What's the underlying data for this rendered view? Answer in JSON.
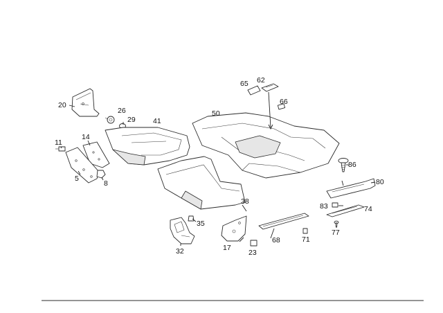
{
  "parts": [
    {
      "key": "p20",
      "label": "20"
    },
    {
      "key": "p26",
      "label": "26"
    },
    {
      "key": "p29",
      "label": "29"
    },
    {
      "key": "p41",
      "label": "41"
    },
    {
      "key": "p11",
      "label": "11"
    },
    {
      "key": "p14",
      "label": "14"
    },
    {
      "key": "p5",
      "label": "5"
    },
    {
      "key": "p8",
      "label": "8"
    },
    {
      "key": "p50",
      "label": "50"
    },
    {
      "key": "p65",
      "label": "65"
    },
    {
      "key": "p62",
      "label": "62"
    },
    {
      "key": "p66",
      "label": "66"
    },
    {
      "key": "p86",
      "label": "86"
    },
    {
      "key": "p80",
      "label": "80"
    },
    {
      "key": "p83",
      "label": "83"
    },
    {
      "key": "p74",
      "label": "74"
    },
    {
      "key": "p77",
      "label": "77"
    },
    {
      "key": "p38",
      "label": "38"
    },
    {
      "key": "p35",
      "label": "35"
    },
    {
      "key": "p32",
      "label": "32"
    },
    {
      "key": "p17",
      "label": "17"
    },
    {
      "key": "p23",
      "label": "23"
    },
    {
      "key": "p68",
      "label": "68"
    },
    {
      "key": "p71",
      "label": "71"
    }
  ],
  "colors": {
    "line": "#2a2a2a",
    "background": "#ffffff",
    "rule": "#555555"
  }
}
